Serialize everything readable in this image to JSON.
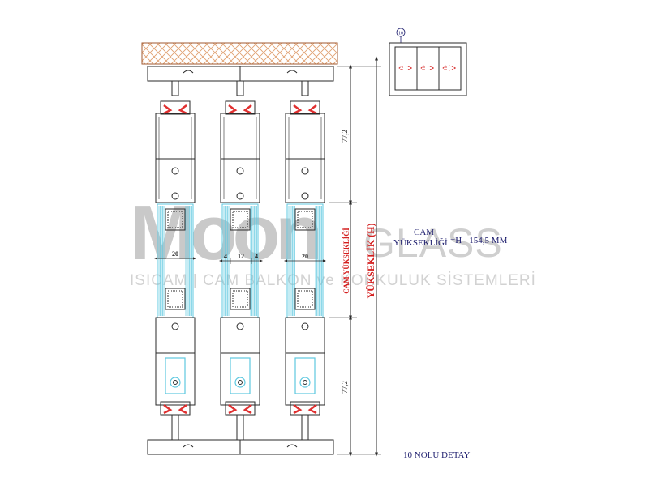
{
  "watermark": {
    "brand_main": "Moon",
    "brand_second": "GLASS",
    "tagline": "ISICAM | CAM BALKON ve KORKULUK SİSTEMLERİ"
  },
  "dimensions": {
    "upper_height": "77,2",
    "lower_height": "77,2",
    "glass_height_label": "CAM YÜKSEKLİĞİ",
    "total_height_label": "YÜKSEKLİK (H)",
    "width_left": "20",
    "width_mid_a": "4",
    "width_mid_b": "12",
    "width_mid_c": "4",
    "width_right": "20"
  },
  "formula": {
    "line1": "CAM",
    "line2": "YÜKSEKLİĞİ",
    "expression": "=H - 154,5 MM"
  },
  "detail": {
    "marker": "10",
    "caption": "10 NOLU DETAY"
  },
  "colors": {
    "outline": "#2a2a2a",
    "dimension": "#2b2b2b",
    "red_label": "#d42020",
    "navy_text": "#1e1e6e",
    "gasket": "#e03030",
    "glass": "#5ec8e0",
    "hatch": "#e0a070"
  }
}
